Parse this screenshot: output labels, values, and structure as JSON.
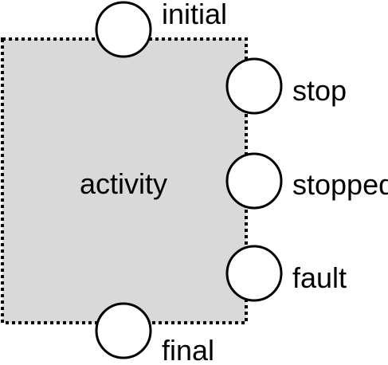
{
  "activity": {
    "label": "activity",
    "fill_color": "#d9d9d9",
    "border_style": "dotted"
  },
  "ports": {
    "initial": "initial",
    "stop": "stop",
    "stopped": "stopped",
    "fault": "fault",
    "final": "final"
  },
  "colors": {
    "stroke": "#000000",
    "port_fill": "#ffffff",
    "text": "#000000"
  }
}
